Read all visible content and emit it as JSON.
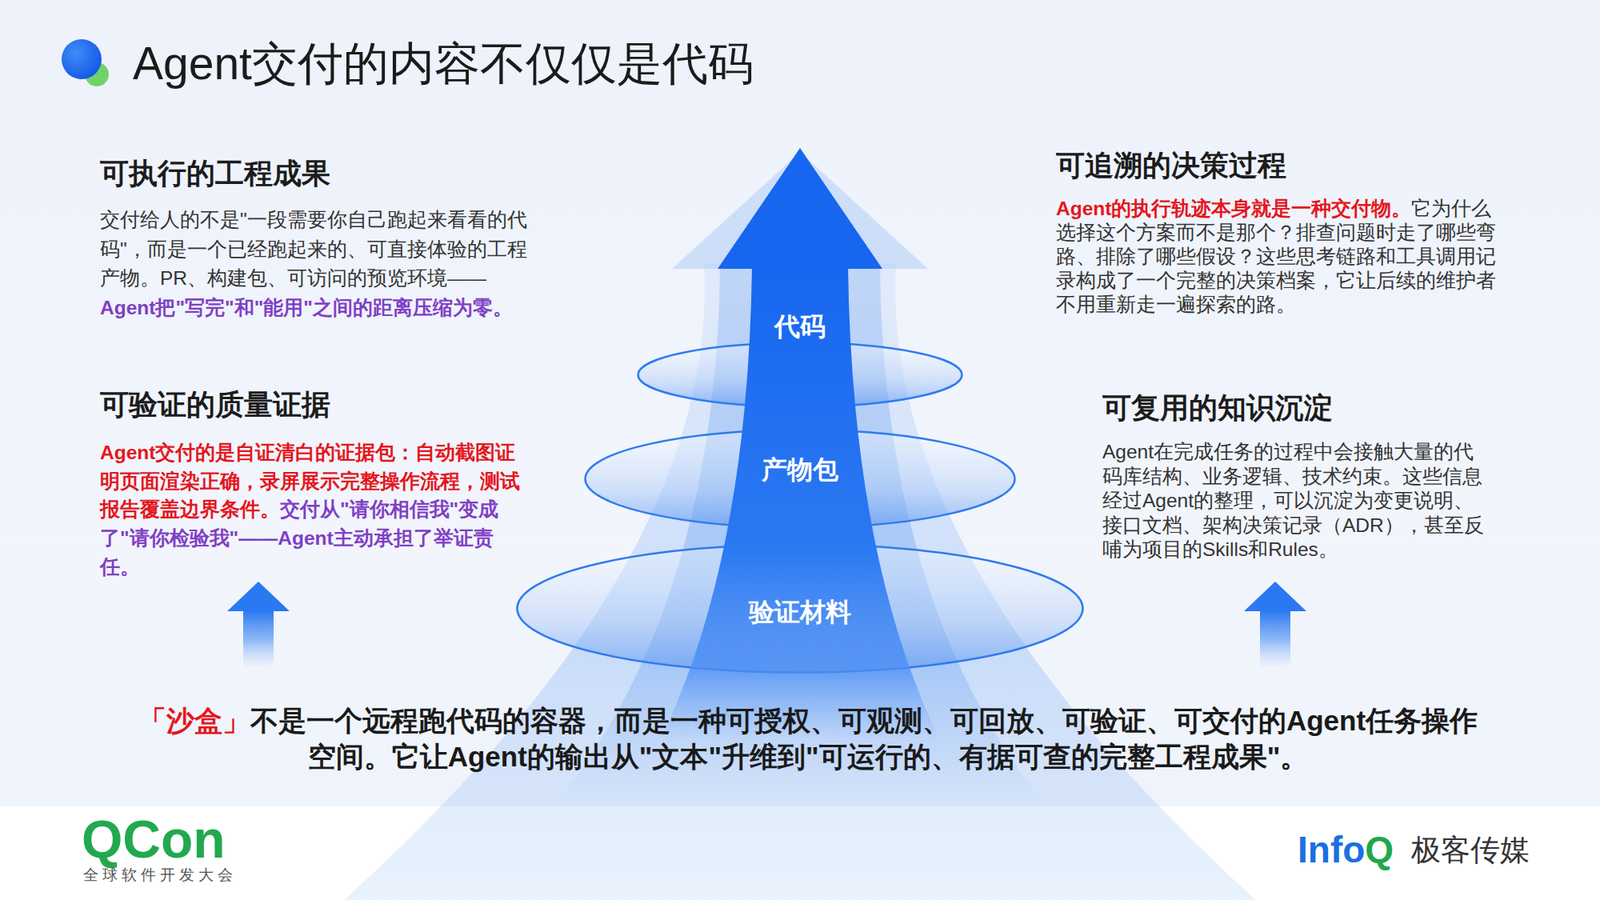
{
  "diagram": {
    "title": "Agent交付的内容不仅仅是代码",
    "caption": "不是一个远程跑代码的容器，而是一种可授权、可观测、可回放、可验证、可交付的Agent任务操作空间。它让Agent的输出从\"文本\"升维到\"可运行的、有据可查的完整工程成果\"。",
    "nodes": [
      {
        "text": [
          "代码"
        ]
      },
      {
        "text": [
          "产物包"
        ]
      },
      {
        "text": [
          "验证材料"
        ]
      }
    ],
    "labels": [
      "可执行的工程成果",
      "交付给人的不是\"一段需要你自己跑起来看看的代码\"，而是一个已经跑起来的、可直接体验的工程产物。PR、构建包、可访问的预览环境——",
      "Agent把\"写完\"和\"能用\"之间的距离压缩为零。",
      "可验证的质量证据",
      "Agent交付的是自证清白的证据包：自动截图证明页面渲染正确，录屏展示完整操作流程，测试报告覆盖边界条件。",
      "交付从\"请你相信我\"变成了\"请你检验我\"——Agent主动承担了举证责任。",
      "可追溯的决策过程",
      "Agent的执行轨迹本身就是一种交付物。",
      "它为什么选择这个方案而不是那个？排查问题时走了哪些弯路、排除了哪些假设？这些思考链路和工具调用记录构成了一个完整的决策档案，它让后续的维护者不用重新走一遍探索的路。",
      "可复用的知识沉淀",
      "Agent在完成任务的过程中会接触大量的代码库结构、业务逻辑、技术约束。这些信息经过Agent的整理，可以沉淀为变更说明、接口文档、架构决策记录（ADR），甚至反哺为项目的Skills和Rules。",
      "「沙盒」",
      "QCon",
      "全球软件开发大会",
      "Info",
      "Q",
      "极客传媒"
    ]
  }
}
